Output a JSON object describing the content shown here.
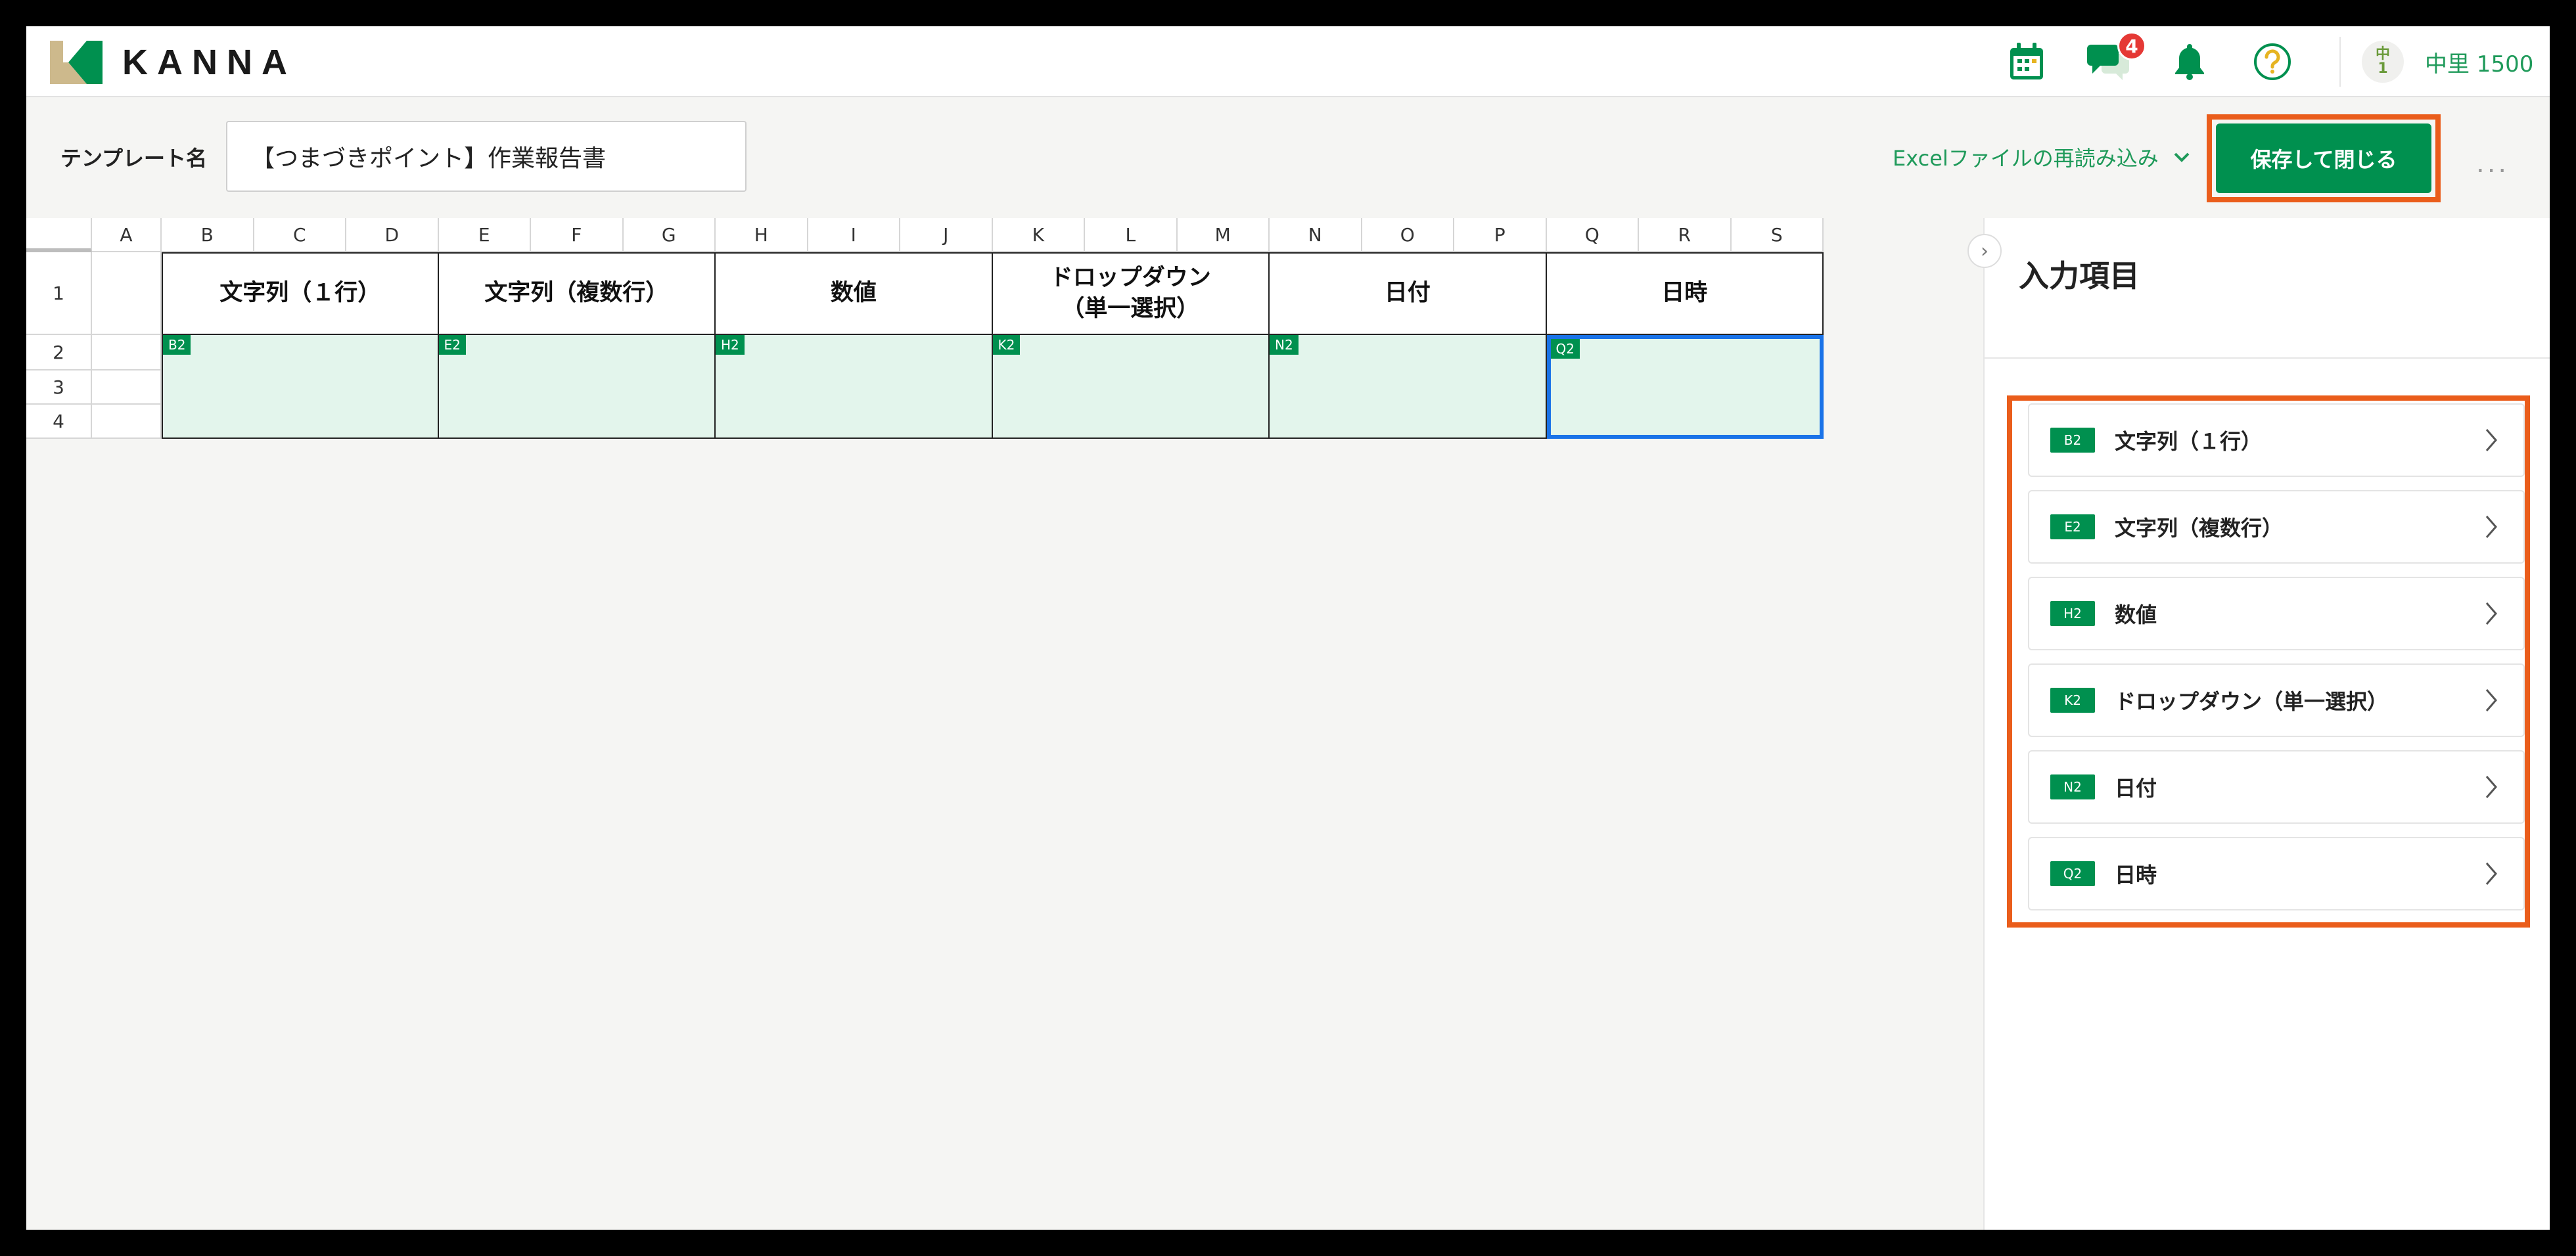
{
  "header": {
    "logo_text": "KANNA",
    "chat_badge": "4",
    "avatar_text": "中\n1",
    "user_name": "中里 1500",
    "icons": [
      "calendar-icon",
      "chat-icon",
      "bell-icon",
      "help-icon"
    ],
    "brand_color": "#00904f",
    "highlight_color": "#ea5d1b"
  },
  "toolbar": {
    "template_label": "テンプレート名",
    "template_name": "【つまづきポイント】作業報告書",
    "reload_label": "Excelファイルの再読み込み",
    "save_label": "保存して閉じる",
    "more_label": "..."
  },
  "sheet": {
    "columns": [
      "A",
      "B",
      "C",
      "D",
      "E",
      "F",
      "G",
      "H",
      "I",
      "J",
      "K",
      "L",
      "M",
      "N",
      "O",
      "P",
      "Q",
      "R",
      "S"
    ],
    "rows": [
      "1",
      "2",
      "3",
      "4"
    ],
    "headers": [
      {
        "text": "文字列（１行）"
      },
      {
        "text": "文字列（複数行）"
      },
      {
        "text": "数値"
      },
      {
        "text": "ドロップダウン\n（単一選択）"
      },
      {
        "text": "日付"
      },
      {
        "text": "日時"
      }
    ],
    "input_cells": [
      {
        "tag": "B2",
        "selected": false
      },
      {
        "tag": "E2",
        "selected": false
      },
      {
        "tag": "H2",
        "selected": false
      },
      {
        "tag": "K2",
        "selected": false
      },
      {
        "tag": "N2",
        "selected": false
      },
      {
        "tag": "Q2",
        "selected": true
      }
    ]
  },
  "panel": {
    "collapse_label": "›",
    "title": "入力項目",
    "items": [
      {
        "cell": "B2",
        "label": "文字列（１行）"
      },
      {
        "cell": "E2",
        "label": "文字列（複数行）"
      },
      {
        "cell": "H2",
        "label": "数値"
      },
      {
        "cell": "K2",
        "label": "ドロップダウン（単一選択）"
      },
      {
        "cell": "N2",
        "label": "日付"
      },
      {
        "cell": "Q2",
        "label": "日時"
      }
    ]
  }
}
